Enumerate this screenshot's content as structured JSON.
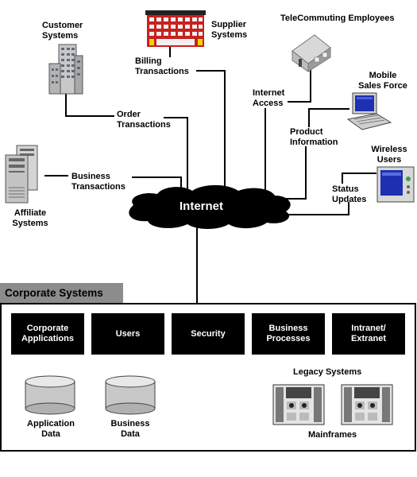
{
  "nodes": {
    "customer": "Customer\nSystems",
    "supplier": "Supplier\nSystems",
    "telecommuting": "TeleCommuting Employees",
    "mobile": "Mobile\nSales Force",
    "wireless": "Wireless\nUsers",
    "affiliate": "Affiliate\nSystems",
    "internet": "Internet"
  },
  "connections": {
    "billing": "Billing\nTransactions",
    "order": "Order\nTransactions",
    "business": "Business\nTransactions",
    "internet_access": "Internet\nAccess",
    "product_info": "Product\nInformation",
    "status": "Status\nUpdates"
  },
  "corporate": {
    "title": "Corporate Systems",
    "blocks": [
      "Corporate\nApplications",
      "Users",
      "Security",
      "Business\nProcesses",
      "Intranet/\nExtranet"
    ],
    "databases": [
      "Application\nData",
      "Business\nData"
    ],
    "legacy_label": "Legacy Systems",
    "mainframes_label": "Mainframes"
  }
}
